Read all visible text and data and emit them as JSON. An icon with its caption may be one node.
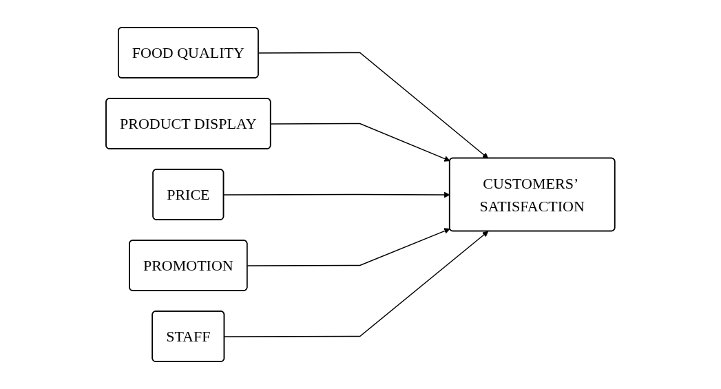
{
  "diagram": {
    "nodes": [
      {
        "text": [
          "FOOD QUALITY"
        ]
      },
      {
        "text": [
          "PRODUCT DISPLAY"
        ]
      },
      {
        "text": [
          "PRICE"
        ]
      },
      {
        "text": [
          "PROMOTION"
        ]
      },
      {
        "text": [
          "STAFF"
        ]
      },
      {
        "text": [
          "CUSTOMERS’ SATISFACTION"
        ]
      }
    ],
    "edges": [
      {
        "from": 0,
        "to": 5,
        "arrow": "to"
      },
      {
        "from": 1,
        "to": 5,
        "arrow": "to"
      },
      {
        "from": 2,
        "to": 5,
        "arrow": "to"
      },
      {
        "from": 3,
        "to": 5,
        "arrow": "to"
      },
      {
        "from": 4,
        "to": 5,
        "arrow": "to"
      }
    ]
  }
}
